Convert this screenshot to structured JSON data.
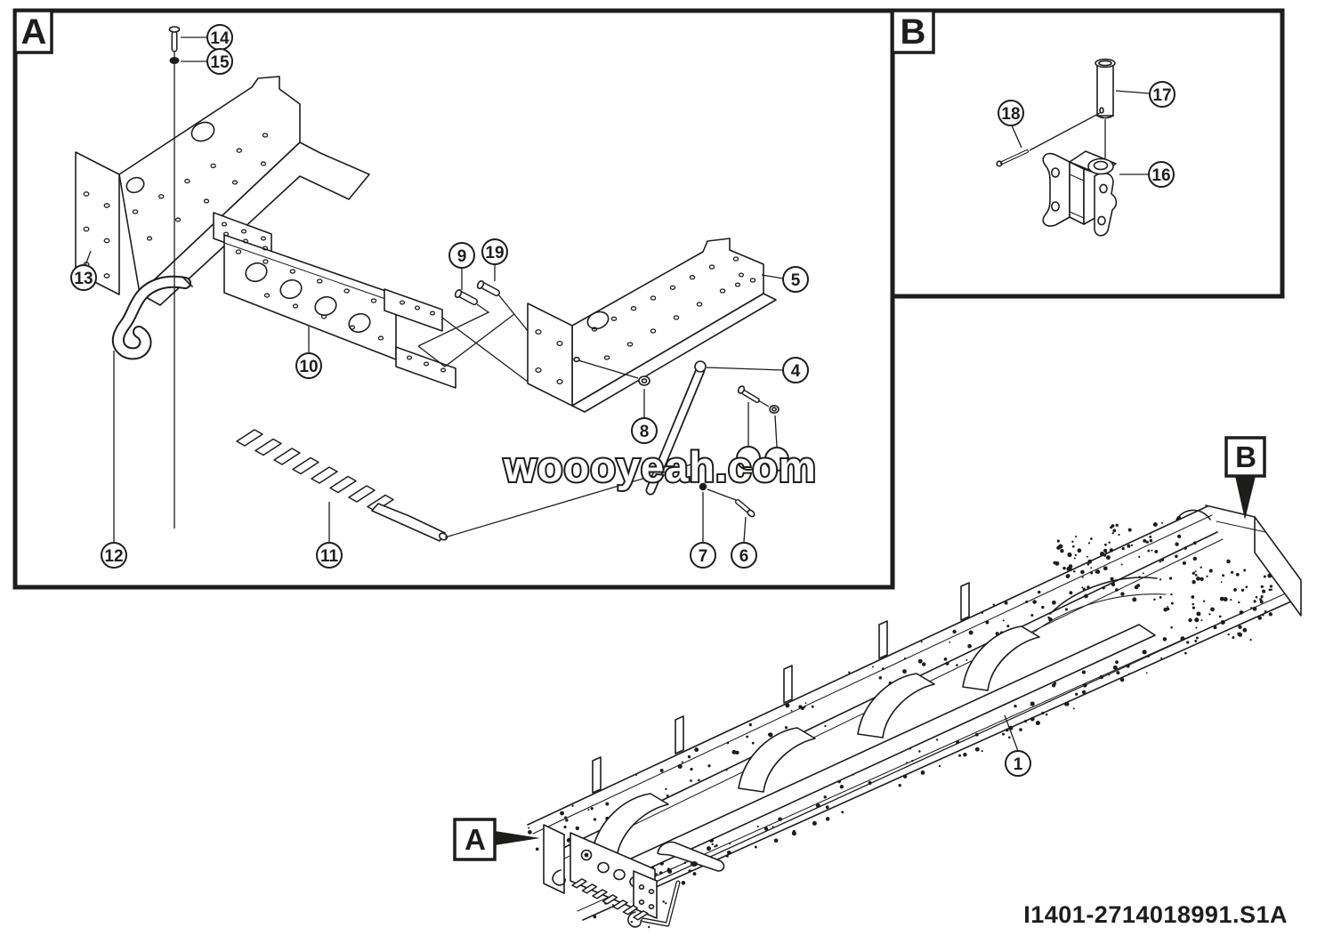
{
  "document": {
    "type": "exploded-parts-diagram",
    "drawing_number": "I1401-2714018991.S1A",
    "watermark": "woooyeah.com"
  },
  "colors": {
    "line": "#1d1d1b",
    "background": "#ffffff"
  },
  "detail_a": {
    "label": "A",
    "callouts": [
      "4",
      "5",
      "6",
      "7",
      "8",
      "9",
      "10",
      "11",
      "12",
      "13",
      "14",
      "15",
      "19"
    ]
  },
  "detail_b": {
    "label": "B",
    "callouts": [
      "16",
      "17",
      "18"
    ]
  },
  "main_view": {
    "label_a_ref": "A",
    "label_b_ref": "B",
    "callouts": [
      "1"
    ]
  },
  "callout_labels": {
    "1": "1",
    "4": "4",
    "5": "5",
    "6": "6",
    "7": "7",
    "8": "8",
    "9": "9",
    "10": "10",
    "11": "11",
    "12": "12",
    "13": "13",
    "14": "14",
    "15": "15",
    "16": "16",
    "17": "17",
    "18": "18",
    "19": "19"
  }
}
